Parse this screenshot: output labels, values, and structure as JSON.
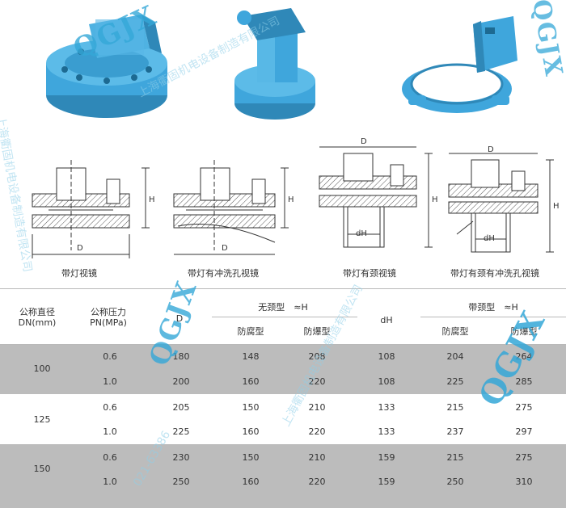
{
  "captions": {
    "c1": "带灯视镜",
    "c2": "带灯有冲洗孔视镜",
    "c3": "带灯有颈视镜",
    "c4": "带灯有颈有冲洗孔视镜"
  },
  "dim_labels": {
    "D": "D",
    "H": "H",
    "dH": "dH"
  },
  "table": {
    "headers": {
      "dn": "公称直径\nDN(mm)",
      "pn": "公称压力\nPN(MPa)",
      "d": "D",
      "no_neck": "无颈型　≈H",
      "dh": "dH",
      "with_neck": "带颈型　≈H",
      "anti_corrosion": "防腐型",
      "explosion_proof": "防爆型",
      "anti_corrosion_2": "防腐型",
      "explosion_proof_2": "防爆型"
    },
    "groups": [
      {
        "dn": "100",
        "rows": [
          {
            "pn": "0.6",
            "d": "180",
            "nc": "148",
            "ne": "208",
            "dh": "108",
            "wc": "204",
            "we": "264"
          },
          {
            "pn": "1.0",
            "d": "200",
            "nc": "160",
            "ne": "220",
            "dh": "108",
            "wc": "225",
            "we": "285"
          }
        ]
      },
      {
        "dn": "125",
        "rows": [
          {
            "pn": "0.6",
            "d": "205",
            "nc": "150",
            "ne": "210",
            "dh": "133",
            "wc": "215",
            "we": "275"
          },
          {
            "pn": "1.0",
            "d": "225",
            "nc": "160",
            "ne": "220",
            "dh": "133",
            "wc": "237",
            "we": "297"
          }
        ]
      },
      {
        "dn": "150",
        "rows": [
          {
            "pn": "0.6",
            "d": "230",
            "nc": "150",
            "ne": "210",
            "dh": "159",
            "wc": "215",
            "we": "275"
          },
          {
            "pn": "1.0",
            "d": "250",
            "nc": "160",
            "ne": "220",
            "dh": "159",
            "wc": "250",
            "we": "310"
          }
        ]
      }
    ]
  },
  "watermarks": {
    "logo": "QGJX",
    "company": "上海衢固机电设备制造有限公司",
    "phone": "021-63386"
  },
  "colors": {
    "product_blue": "#3fa6dc",
    "band_gray": "#bcbcbc",
    "watermark_blue": "#35a8d8"
  }
}
